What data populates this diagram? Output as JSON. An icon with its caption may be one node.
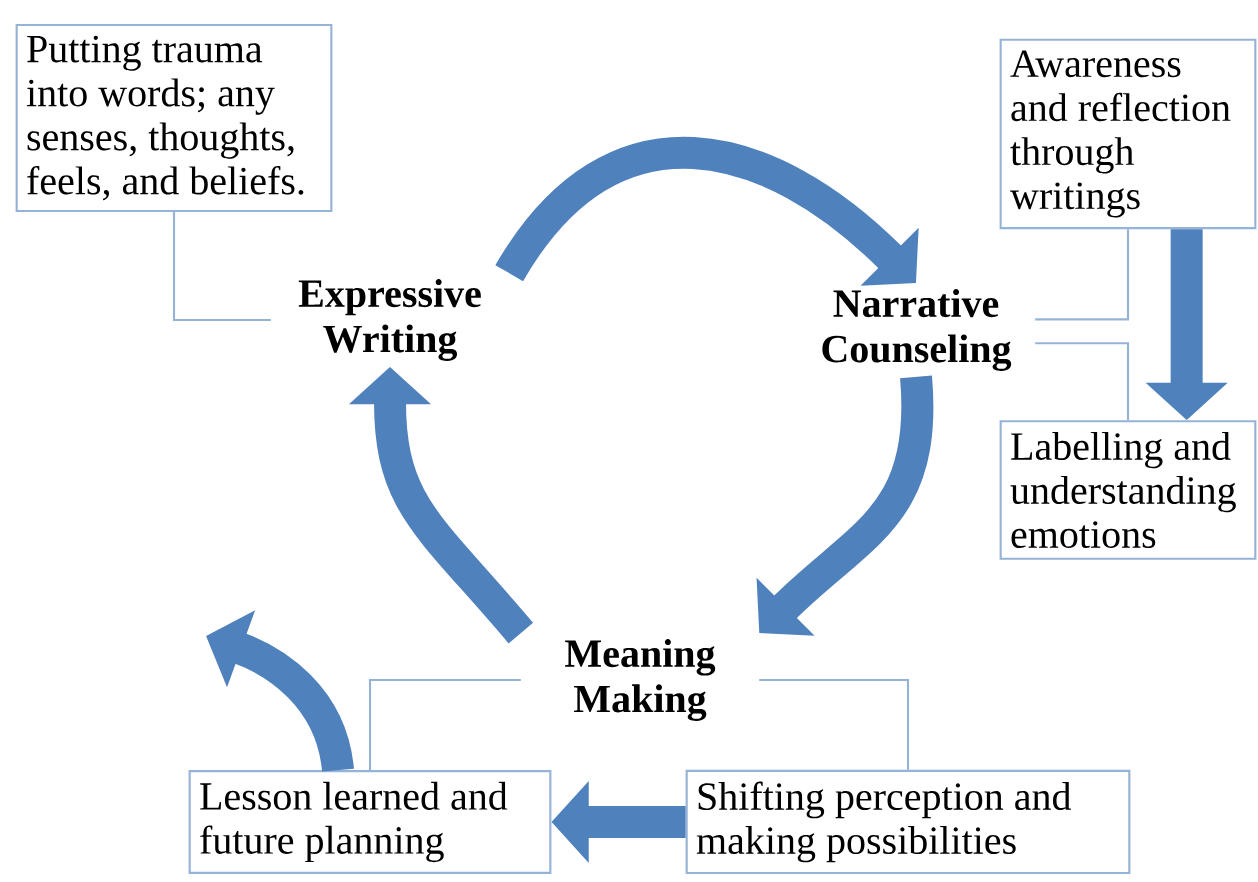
{
  "diagram": {
    "nodes": [
      {
        "text": [
          "Expressive Writing"
        ]
      },
      {
        "text": [
          "Narrative Counseling"
        ]
      },
      {
        "text": [
          "Meaning Making"
        ]
      },
      {
        "text": [
          "Putting trauma into words; any senses, thoughts, feels, and beliefs."
        ]
      },
      {
        "text": [
          "Awareness and reflection through writings"
        ]
      },
      {
        "text": [
          "Labelling and understanding emotions"
        ]
      },
      {
        "text": [
          "Lesson learned and future planning"
        ]
      },
      {
        "text": [
          "Shifting perception and making possibilities"
        ]
      }
    ],
    "edges": [
      {
        "from": 0,
        "to": 1,
        "arrow": "to"
      },
      {
        "from": 1,
        "to": 2,
        "arrow": "to"
      },
      {
        "from": 2,
        "to": 0,
        "arrow": "to"
      },
      {
        "from": 4,
        "to": 5,
        "arrow": "to"
      },
      {
        "from": 7,
        "to": 6,
        "arrow": "to"
      },
      {
        "from": 6,
        "to": null,
        "arrow": "to"
      },
      {
        "from": 3,
        "to": 0,
        "arrow": "none",
        "color": "#95b3d7"
      },
      {
        "from": 4,
        "to": 1,
        "arrow": "none",
        "color": "#95b3d7"
      },
      {
        "from": 5,
        "to": 1,
        "arrow": "none",
        "color": "#95b3d7"
      },
      {
        "from": 6,
        "to": 2,
        "arrow": "none",
        "color": "#95b3d7"
      },
      {
        "from": 7,
        "to": 2,
        "arrow": "none",
        "color": "#95b3d7"
      }
    ]
  }
}
